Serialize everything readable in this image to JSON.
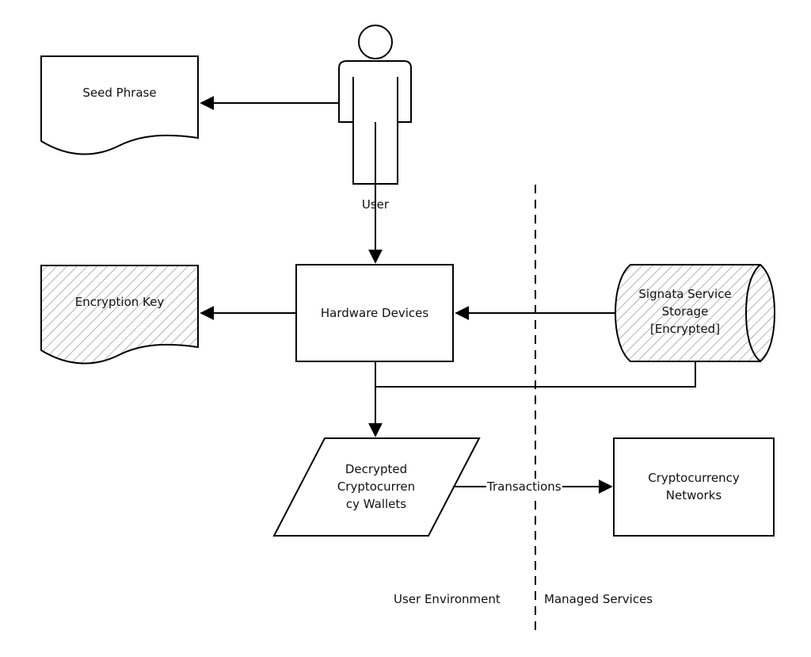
{
  "actor": {
    "label": "User"
  },
  "seed": {
    "label": "Seed Phrase"
  },
  "key": {
    "label": "Encryption Key"
  },
  "device": {
    "label": "Hardware Devices"
  },
  "storage": {
    "label": "Signata Service\nStorage\n[Encrypted]"
  },
  "wallets": {
    "label": "Decrypted\nCryptocurren\ncy Wallets"
  },
  "networks": {
    "label": "Cryptocurrency\nNetworks"
  },
  "edge_tx": {
    "label": "Transactions"
  },
  "zones": {
    "left": "User Environment",
    "right": "Managed Services"
  }
}
